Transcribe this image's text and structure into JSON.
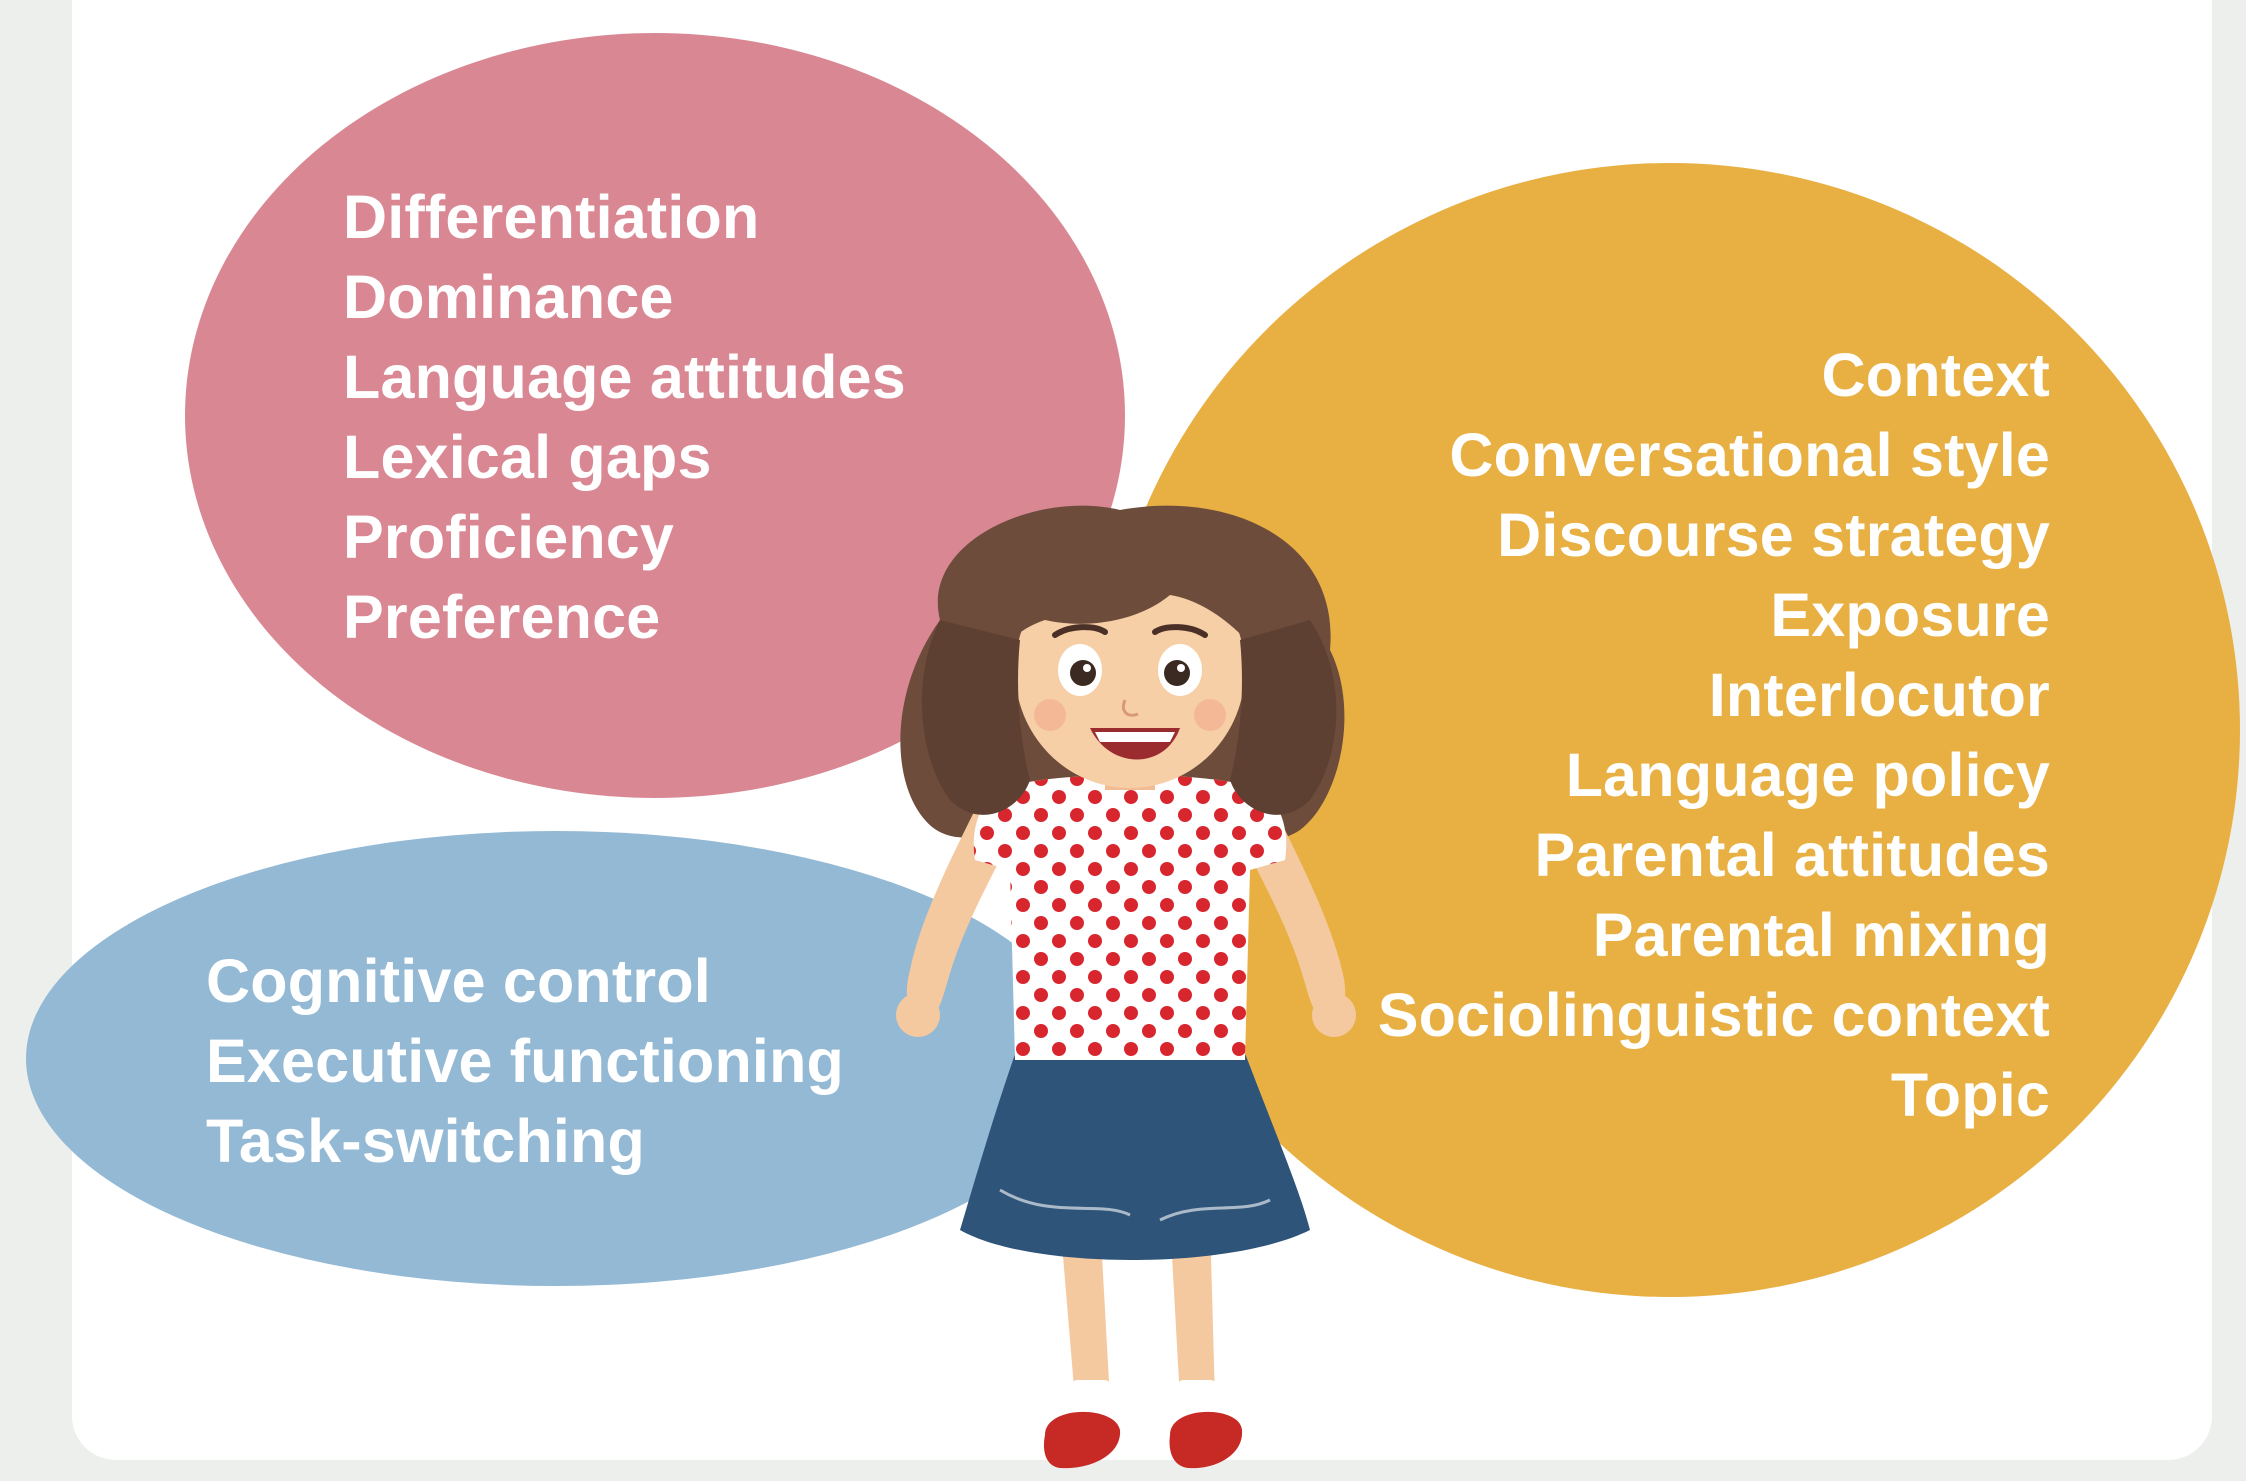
{
  "individual_factors": {
    "color": "#d98893",
    "items": [
      "Differentiation",
      "Dominance",
      "Language attitudes",
      "Lexical gaps",
      "Proficiency",
      "Preference"
    ]
  },
  "cognitive_factors": {
    "color": "#93b9d5",
    "items": [
      "Cognitive control",
      "Executive functioning",
      "Task-switching"
    ]
  },
  "environmental_factors": {
    "color": "#e8b043",
    "items": [
      "Context",
      "Conversational style",
      "Discourse strategy",
      "Exposure",
      "Interlocutor",
      "Language policy",
      "Parental attitudes",
      "Parental mixing",
      "Sociolinguistic context",
      "Topic"
    ]
  },
  "illustration": "child-girl-illustration"
}
